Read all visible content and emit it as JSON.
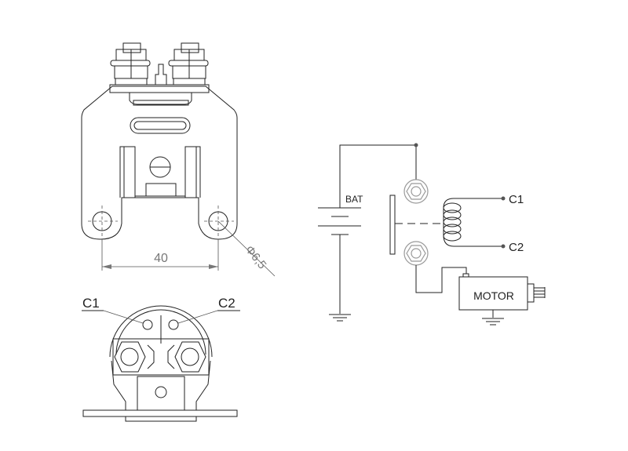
{
  "front_view": {
    "dimension_spacing": "40",
    "hole_diameter": "Φ6,5"
  },
  "bottom_view": {
    "label_c1": "C1",
    "label_c2": "C2"
  },
  "schematic": {
    "battery_label": "BAT",
    "coil_terminal_1": "C1",
    "coil_terminal_2": "C2",
    "motor_label": "MOTOR"
  }
}
